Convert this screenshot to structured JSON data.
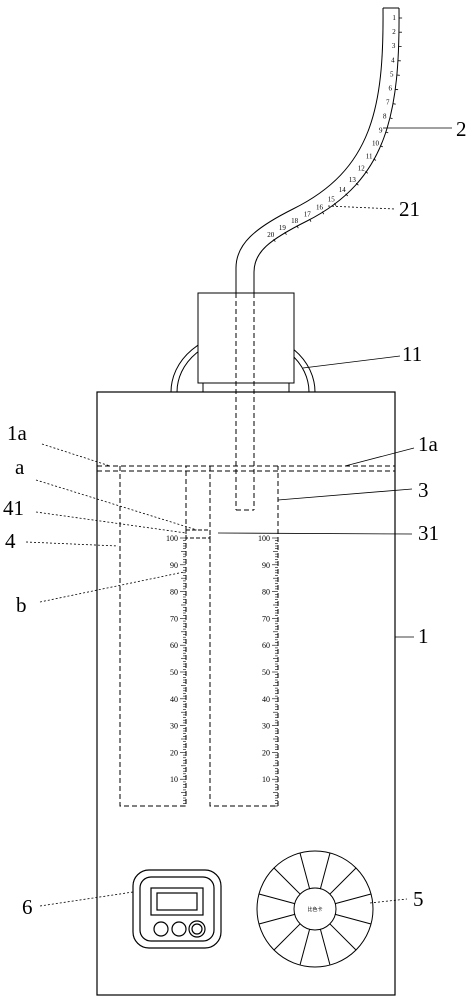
{
  "labels": {
    "tube": "2",
    "tube_scale": "21",
    "cap": "11",
    "body": "1",
    "top_edge_left": "1a",
    "top_edge_right": "1a",
    "point_a": "a",
    "point_b": "b",
    "inner_tube": "3",
    "inner_mark": "31",
    "outer_chamber": "4",
    "outer_mark": "41",
    "timer": "6",
    "color_card": "5"
  },
  "tube_scale_numbers": [
    "1",
    "2",
    "3",
    "4",
    "5",
    "6",
    "7",
    "8",
    "9",
    "10",
    "11",
    "12",
    "13",
    "14",
    "15",
    "16",
    "17",
    "18",
    "19",
    "20"
  ],
  "chamber_scale_numbers": [
    "100",
    "90",
    "80",
    "70",
    "60",
    "50",
    "40",
    "30",
    "20",
    "10"
  ],
  "color_card_center": "比色卡",
  "color_card_segments": 12
}
